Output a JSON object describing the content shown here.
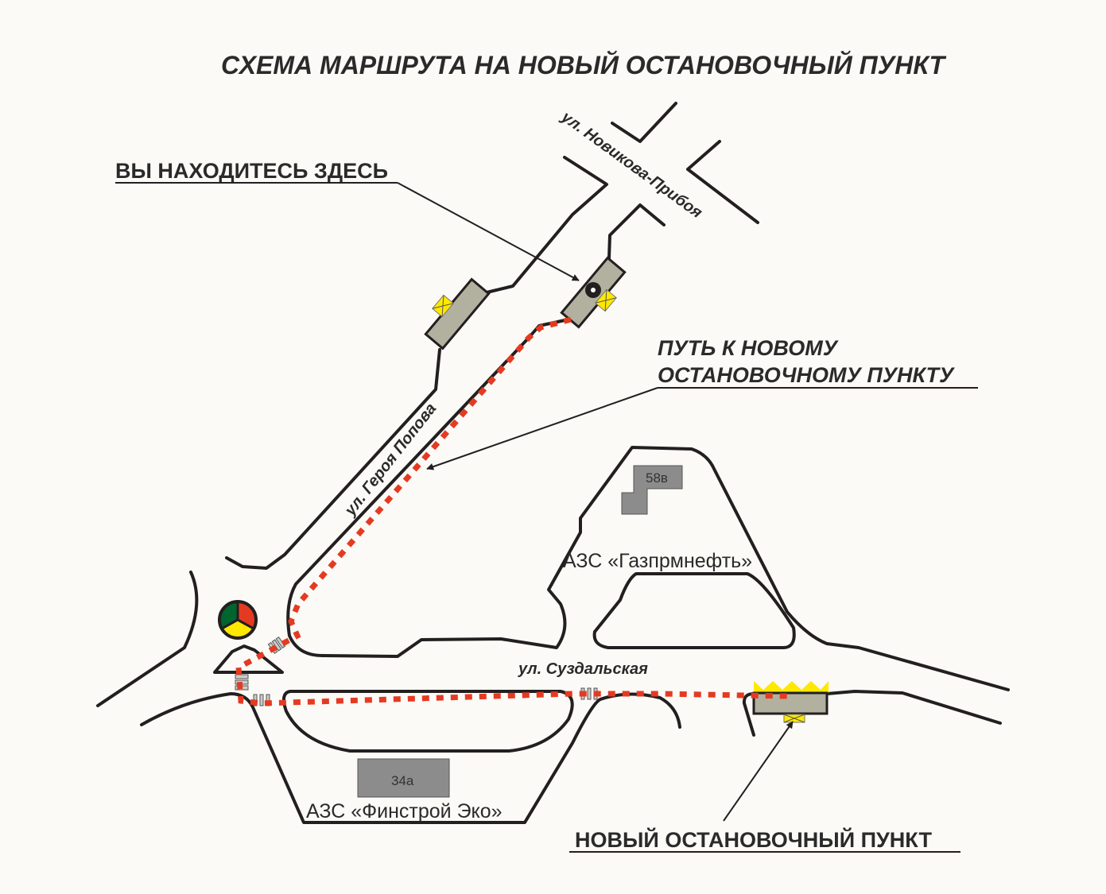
{
  "title": "СХЕМА МАРШРУТА НА НОВЫЙ ОСТАНОВОЧНЫЙ ПУНКТ",
  "callouts": {
    "you_are_here": "ВЫ НАХОДИТЕСЬ ЗДЕСЬ",
    "path_line1": "ПУТЬ К НОВОМУ",
    "path_line2": "ОСТАНОВОЧНОМУ ПУНКТУ",
    "new_stop": "НОВЫЙ ОСТАНОВОЧНЫЙ ПУНКТ"
  },
  "streets": {
    "novikova": "ул. Новикова-Прибоя",
    "geroya_popova": "ул. Героя Попова",
    "suzdalskaya": "ул. Суздальская"
  },
  "places": {
    "gazprom": "АЗС «Газпрмнефть»",
    "finstroy": "АЗС «Финстрой Эко»",
    "building_58v": "58в",
    "building_34a": "34а"
  },
  "colors": {
    "route": "#e53a22",
    "stop": "#b2b09e",
    "pavilion": "#ffe800",
    "building": "#8c8c8c",
    "road": "#231f20"
  }
}
